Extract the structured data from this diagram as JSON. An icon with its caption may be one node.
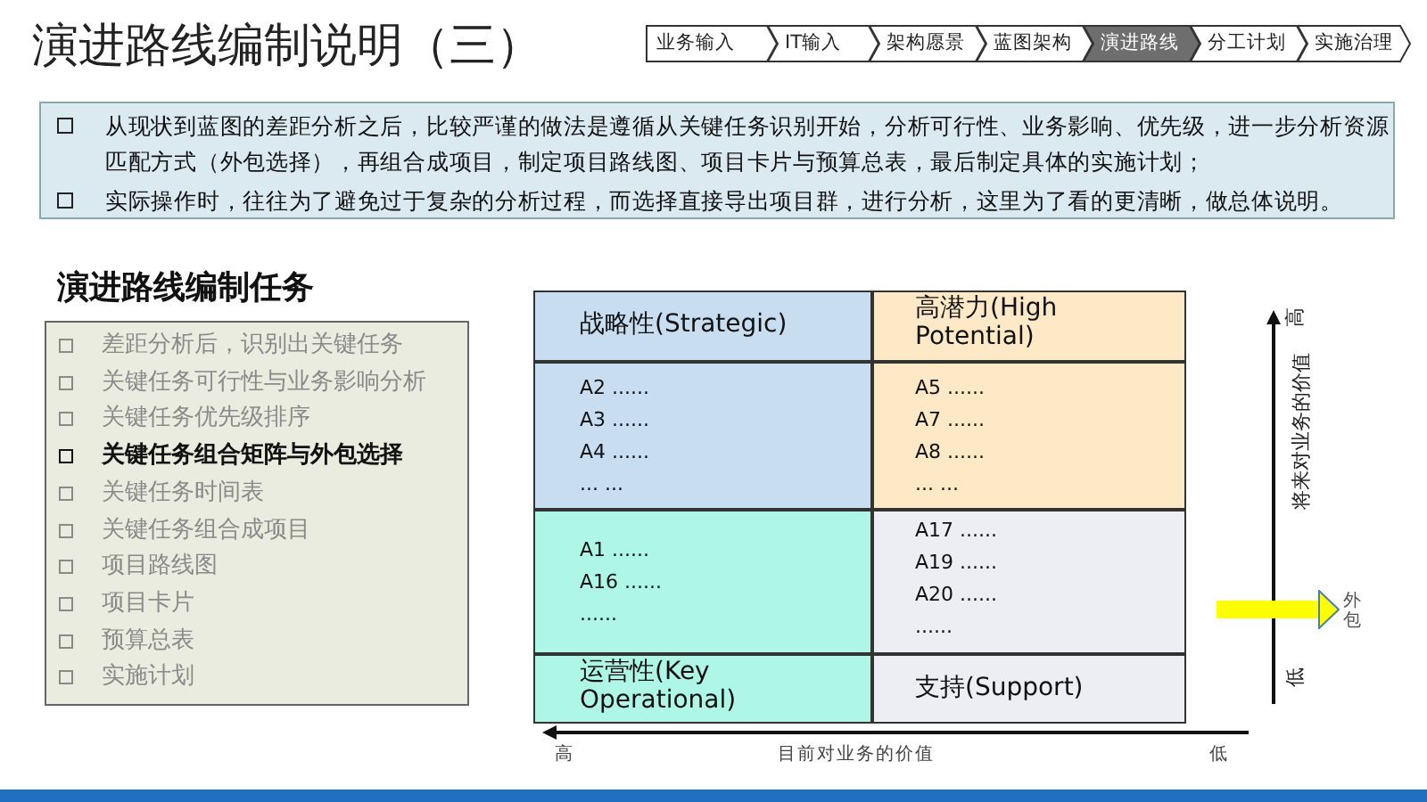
{
  "diagram": {
    "title": "演进路线编制说明（三）",
    "nodes": [
      {
        "text": [
          "业务输入"
        ]
      },
      {
        "text": [
          "IT输入"
        ]
      },
      {
        "text": [
          "架构愿景"
        ]
      },
      {
        "text": [
          "蓝图架构"
        ]
      },
      {
        "text": [
          "演进路线"
        ]
      },
      {
        "text": [
          "分工计划"
        ]
      },
      {
        "text": [
          "实施治理"
        ]
      },
      {
        "text": [
          "从现状到蓝图的差距分析之后，比较严谨的做法是遵循从关键任务识别开始，分析可行性、业务影响、优先级，进一步分析资源匹配方式（外包选择），再组合成项目，制定项目路线图、项目卡片与预算总表，最后制定具体的实施计划；",
          "实际操作时，往往为了避免过于复杂的分析过程，而选择直接导出项目群，进行分析，这里为了看的更清晰，做总体说明。"
        ]
      },
      {
        "text": [
          "演进路线编制任务",
          "差距分析后，识别出关键任务",
          "关键任务可行性与业务影响分析",
          "关键任务优先级排序",
          "关键任务组合矩阵与外包选择",
          "关键任务时间表",
          "关键任务组合成项目",
          "项目路线图",
          "项目卡片",
          "预算总表",
          "实施计划"
        ]
      },
      {
        "text": [
          "战略性(Strategic)",
          "A2 ......",
          "A3 ......",
          "A4 ......",
          "... ..."
        ]
      },
      {
        "text": [
          "高潜力(High Potential)",
          "A5 ......",
          "A7 ......",
          "A8 ......",
          "... ..."
        ]
      },
      {
        "text": [
          "A1 ......",
          "A16 ......",
          "......",
          "运营性(Key Operational)"
        ]
      },
      {
        "text": [
          "A17 ......",
          "A19 ......",
          "A20 ......",
          "......",
          "支持(Support)"
        ]
      },
      {
        "text": [
          "外包"
        ]
      }
    ],
    "edges": [
      {
        "from": null,
        "to": 13,
        "arrow": "to"
      }
    ],
    "labels": [
      "高",
      "将来对业务的价值",
      "低",
      "高",
      "目前对业务的价值",
      "低"
    ]
  }
}
